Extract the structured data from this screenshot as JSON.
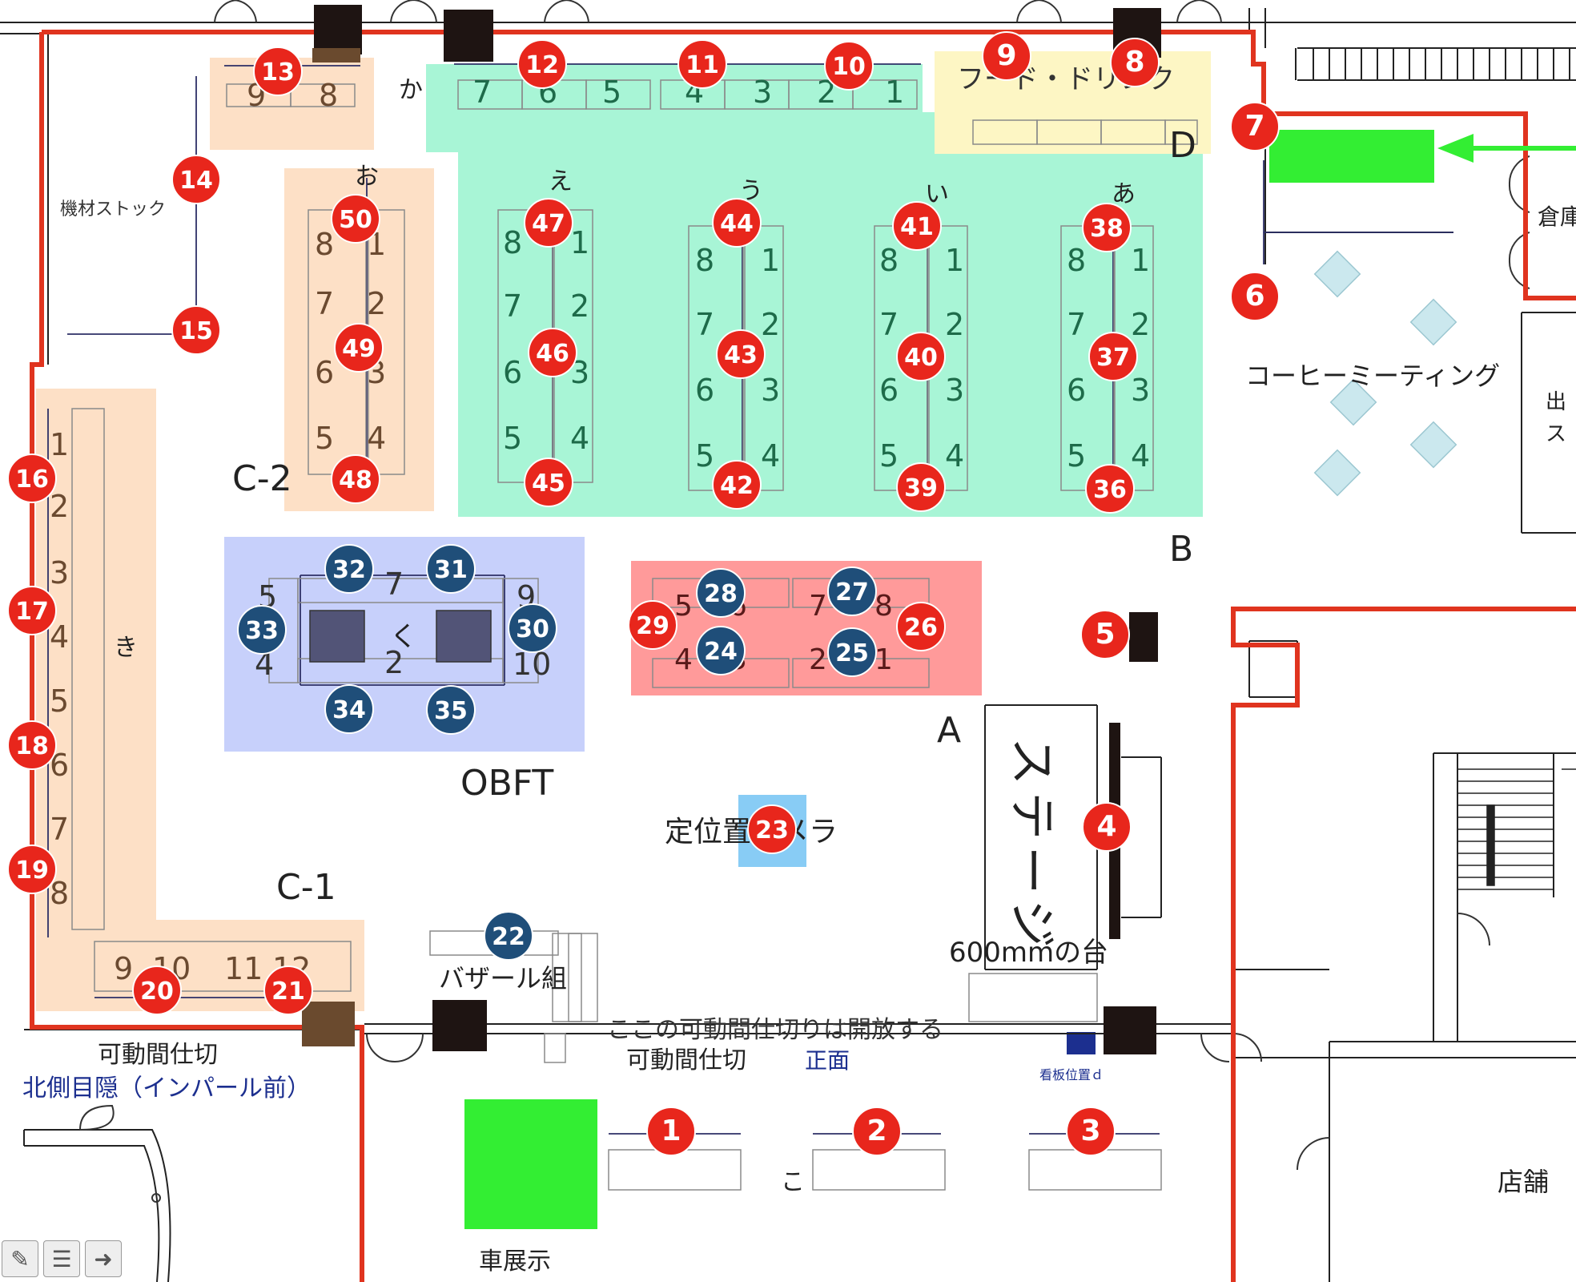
{
  "zones": {
    "ka": {
      "mark": "か",
      "color": "#a8f5d6",
      "table_labels": [
        "7",
        "6",
        "5",
        "4",
        "3",
        "2",
        "1"
      ]
    },
    "o": {
      "mark": "お",
      "color": "#fde0c6",
      "table_labels": [
        "9",
        "8",
        "8",
        "1",
        "7",
        "2",
        "6",
        "3",
        "5",
        "4"
      ],
      "name": "C-2"
    },
    "ki": {
      "mark": "き",
      "color": "#fde0c6",
      "table_labels": [
        "1",
        "2",
        "3",
        "4",
        "5",
        "6",
        "7",
        "8",
        "9",
        "10",
        "11",
        "12"
      ],
      "name": "C-1"
    },
    "e": {
      "mark": "え",
      "table_labels": [
        "8",
        "1",
        "7",
        "2",
        "6",
        "3",
        "5",
        "4"
      ]
    },
    "u": {
      "mark": "う",
      "table_labels": [
        "8",
        "1",
        "7",
        "2",
        "6",
        "3",
        "5",
        "4"
      ]
    },
    "i": {
      "mark": "い",
      "table_labels": [
        "8",
        "1",
        "7",
        "2",
        "6",
        "3",
        "5",
        "4"
      ]
    },
    "a": {
      "mark": "あ",
      "table_labels": [
        "8",
        "1",
        "7",
        "2",
        "6",
        "3",
        "5",
        "4"
      ]
    },
    "b_name": "B",
    "d": {
      "title": "フード・ドリンク",
      "name": "D",
      "color": "#fdf6c4"
    },
    "ku": {
      "mark": "く",
      "name": "OBFT",
      "color": "#c7d0fb",
      "table_labels": [
        "5",
        "7",
        "9",
        "4",
        "2",
        "10"
      ]
    },
    "a_zone": {
      "name": "A",
      "color": "#ff9a9a",
      "table_labels": [
        "5",
        "6",
        "7",
        "8",
        "4",
        "3",
        "2",
        "1"
      ]
    },
    "ko": {
      "mark": "こ"
    }
  },
  "text_labels": {
    "equipment_stock": "機材ストック",
    "coffee_meeting": "コーヒーミーティング",
    "storage": "倉庫",
    "exit_partial": "出",
    "exit_partial2": "ス",
    "stage": "ステージ",
    "stand_600": "600mmの台",
    "positioning_camera": "定位置カメラ",
    "bazaar": "バザール組",
    "partition_note": "ここの可動間仕切りは開放する",
    "movable_partition": "可動間仕切",
    "front": "正面",
    "signboard": "看板位置ｄ",
    "north_screen": "北側目隠（インパール前）",
    "car_display": "車展示",
    "shop": "店舗"
  },
  "markers_red": [
    "1",
    "2",
    "3",
    "4",
    "5",
    "6",
    "7",
    "8",
    "9",
    "10",
    "11",
    "12",
    "13",
    "14",
    "15",
    "16",
    "17",
    "18",
    "19",
    "20",
    "21",
    "23",
    "26",
    "29",
    "36",
    "37",
    "38",
    "39",
    "40",
    "41",
    "42",
    "43",
    "44",
    "45",
    "46",
    "47",
    "48",
    "49",
    "50"
  ],
  "markers_blue": [
    "22",
    "24",
    "25",
    "27",
    "28",
    "30",
    "31",
    "32",
    "33",
    "34",
    "35"
  ],
  "colors": {
    "marker_red": "#e8261c",
    "marker_blue": "#1f4e79",
    "wall_red": "#e0341f",
    "green_block": "#33ee33",
    "camera_blue": "#88ccf5",
    "signboard_blue": "#1c2f8f"
  },
  "toolbar": {
    "icons": [
      "pencil-icon",
      "list-icon",
      "arrow-right-icon"
    ]
  }
}
